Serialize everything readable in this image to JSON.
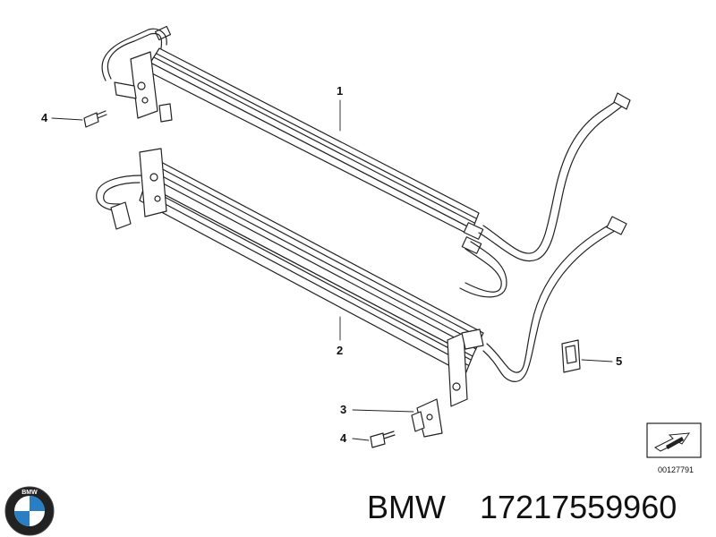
{
  "callouts": [
    {
      "label": "1"
    },
    {
      "label": "4"
    },
    {
      "label": "2"
    },
    {
      "label": "5"
    },
    {
      "label": "3"
    },
    {
      "label": "4"
    }
  ],
  "drawing_number": "00127791",
  "footer": {
    "brand": "BMW",
    "part_number": "17217559960",
    "logo_letters": "BMW"
  }
}
